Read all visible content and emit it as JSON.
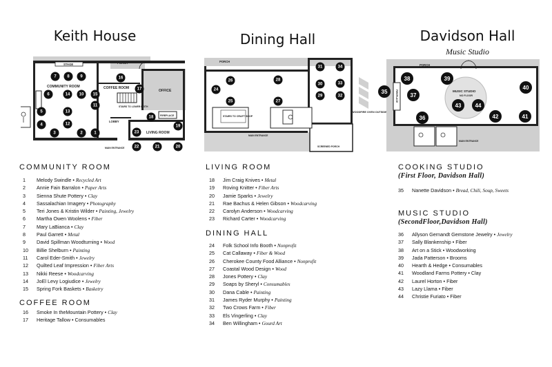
{
  "buildings": {
    "keith": {
      "title": "Keith House"
    },
    "dining": {
      "title": "Dining Hall"
    },
    "davidson": {
      "title": "Davidson Hall",
      "subtitle": "Music Studio"
    }
  },
  "map_labels": {
    "stage": "STAGE",
    "porch": "PORCH",
    "community_room": "COMMUNITY ROOM",
    "coffee_room": "COFFEE ROOM",
    "office": "OFFICE",
    "fireplace": "FIREPLACE",
    "lobby": "LOBBY",
    "living_room": "LIVING ROOM",
    "main_entrance": "MAIN ENTRANCE",
    "stairs_lower_keith": "STAIRS TO LOWER KEITH",
    "stairs_craft_shop": "STAIRS TO CRAFT SHOP",
    "screened_porch": "SCREENED PORCH",
    "woodfire_oven": "WOODFIRE OVEN OUTSIDE",
    "music_studio": "MUSIC STUDIO",
    "no_floor": "NO FLOOR"
  },
  "sections": {
    "community_room": {
      "title": "COMMUNITY ROOM",
      "items": [
        {
          "n": "1",
          "name": "Melody Swindle",
          "cat": "Recycled Art",
          "italic": true
        },
        {
          "n": "2",
          "name": "Annie Fain Barralon",
          "cat": "Paper Arts",
          "italic": true
        },
        {
          "n": "3",
          "name": "Sienna Shute Pottery",
          "cat": "Clay",
          "italic": true
        },
        {
          "n": "4",
          "name": "Sassalachian Imagery",
          "cat": "Photography",
          "italic": true
        },
        {
          "n": "5",
          "name": "Teri Jones & Kristin Wilder",
          "cat": "Painting, Jewelry",
          "italic": true
        },
        {
          "n": "6",
          "name": "Martha Owen Woolens",
          "cat": "Fiber",
          "italic": true
        },
        {
          "n": "7",
          "name": "Mary LaBianca",
          "cat": "Clay",
          "italic": true
        },
        {
          "n": "8",
          "name": "Paul Garrett",
          "cat": "Metal",
          "italic": true
        },
        {
          "n": "9",
          "name": "David Spillman Woodturning",
          "cat": "Wood",
          "italic": true
        },
        {
          "n": "10",
          "name": "Billie Shelburn",
          "cat": "Painting",
          "italic": true
        },
        {
          "n": "11",
          "name": "Carol Eder-Smith",
          "cat": "Jewelry",
          "italic": true
        },
        {
          "n": "12",
          "name": "Quilted Leaf Impression",
          "cat": "Fiber Arts",
          "italic": true
        },
        {
          "n": "13",
          "name": "Nikki Reese",
          "cat": "Woodcarving",
          "italic": true
        },
        {
          "n": "14",
          "name": "JoEl Levy Logiudice",
          "cat": "Jewelry",
          "italic": true
        },
        {
          "n": "15",
          "name": "Spring Fork Baskets",
          "cat": "Basketry",
          "italic": true
        }
      ]
    },
    "coffee_room": {
      "title": "COFFEE ROOM",
      "items": [
        {
          "n": "16",
          "name": "Smoke In theMountain Pottery",
          "cat": "Clay",
          "italic": true
        },
        {
          "n": "17",
          "name": "Heritage Tallow",
          "cat": "Consumables",
          "italic": false
        }
      ]
    },
    "living_room": {
      "title": "LIVING ROOM",
      "items": [
        {
          "n": "18",
          "name": "Jim Craig Knives",
          "cat": "Metal",
          "italic": true
        },
        {
          "n": "19",
          "name": "Roving Knitter",
          "cat": "Fiber Arts",
          "italic": true
        },
        {
          "n": "20",
          "name": "Jamie Sparks",
          "cat": "Jewelry",
          "italic": true
        },
        {
          "n": "21",
          "name": "Rae Bachus & Helen Gibson",
          "cat": "Woodcarving",
          "italic": true
        },
        {
          "n": "22",
          "name": "Carolyn Anderson",
          "cat": "Woodcarving",
          "italic": true
        },
        {
          "n": "23",
          "name": "Richard Carter",
          "cat": "Woodcarving",
          "italic": true
        }
      ]
    },
    "dining_hall": {
      "title": "DINING HALL",
      "items": [
        {
          "n": "24",
          "name": "Folk School Info Booth",
          "cat": "Nonprofit",
          "italic": true
        },
        {
          "n": "25",
          "name": "Cat Callaway",
          "cat": "Fiber & Wood",
          "italic": true
        },
        {
          "n": "26",
          "name": "Cherokee County Food Alliance",
          "cat": "Nonprofit",
          "italic": true
        },
        {
          "n": "27",
          "name": "Coastal Wood Design",
          "cat": "Wood",
          "italic": true
        },
        {
          "n": "28",
          "name": "Jones Pottery",
          "cat": "Clay",
          "italic": true
        },
        {
          "n": "29",
          "name": "Soaps by Sheryl",
          "cat": "Consumables",
          "italic": true
        },
        {
          "n": "30",
          "name": "Dana Cable",
          "cat": "Painting",
          "italic": true
        },
        {
          "n": "31",
          "name": "James Ryder Murphy",
          "cat": "Painting",
          "italic": true
        },
        {
          "n": "32",
          "name": "Two Crows Farm",
          "cat": "Fiber",
          "italic": true
        },
        {
          "n": "33",
          "name": "Els Vingerling",
          "cat": "Clay",
          "italic": true
        },
        {
          "n": "34",
          "name": "Ben Willingham",
          "cat": "Gourd Art",
          "italic": true
        }
      ]
    },
    "cooking_studio": {
      "title": "COOKING STUDIO",
      "subtitle": "(First Floor, Davidson Hall)",
      "items": [
        {
          "n": "35",
          "name": "Nanette Davidson",
          "cat": "Bread, Chili, Soup, Sweets",
          "italic": true
        }
      ]
    },
    "music_studio": {
      "title": "MUSIC STUDIO",
      "subtitle": "(SecondFloor,Davidson Hall)",
      "items": [
        {
          "n": "36",
          "name": "Allyson Gernandt Gemstone Jewelry",
          "cat": "Jewelry",
          "italic": true
        },
        {
          "n": "37",
          "name": "Sally Blankenship",
          "cat": "Fiber",
          "italic": false
        },
        {
          "n": "38",
          "name": "Art on a Stick",
          "cat": "Woodworking",
          "italic": false
        },
        {
          "n": "39",
          "name": "Jada Patterson",
          "cat": "Brooms",
          "italic": false
        },
        {
          "n": "40",
          "name": "Hearth & Hedge",
          "cat": "Consumables",
          "italic": false
        },
        {
          "n": "41",
          "name": "Woodland Farms Pottery",
          "cat": "Clay",
          "italic": false
        },
        {
          "n": "42",
          "name": "Laurel Horton",
          "cat": "Fiber",
          "italic": false
        },
        {
          "n": "43",
          "name": "Lazy Llama",
          "cat": "Fiber",
          "italic": false
        },
        {
          "n": "44",
          "name": "Christie Furiato",
          "cat": "Fiber",
          "italic": false
        }
      ]
    }
  }
}
